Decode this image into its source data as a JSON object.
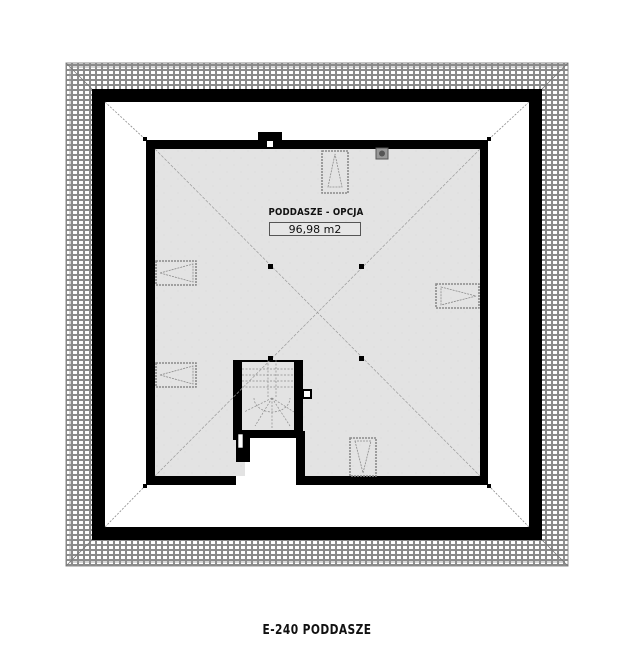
{
  "plan": {
    "project_code": "E-240",
    "room": {
      "name": "PODDASZE - OPCJA",
      "area": "96,98 m2"
    },
    "caption": "E-240 PODDASZE"
  },
  "colors": {
    "wall": "#000000",
    "floor": "#e3e3e3",
    "roof_zone": "#ffffff",
    "tile_pattern": "#6e6e6e",
    "hidden_line": "#8a8a8a",
    "text": "#111111"
  },
  "elements": {
    "skylights": [
      "top",
      "left-upper",
      "left-lower",
      "right",
      "bottom"
    ],
    "chimney": "top-wall",
    "vent": "top-right",
    "stair": "spiral-quarter-turn",
    "columns": 4
  }
}
